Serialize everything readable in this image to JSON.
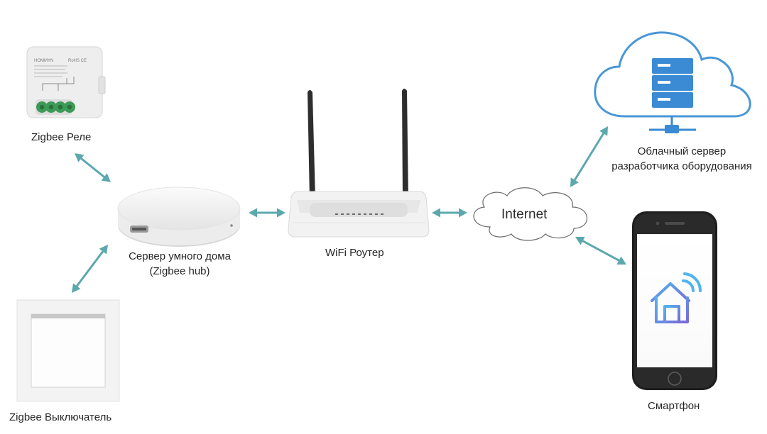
{
  "nodes": {
    "relay": {
      "label": "Zigbee Реле",
      "icon": "relay-module-icon",
      "print": {
        "brand": "HOMMYN",
        "marks": "RoHS CE"
      }
    },
    "hub": {
      "label_line1": "Сервер умного дома",
      "label_line2": "(Zigbee hub)",
      "icon": "zigbee-hub-icon"
    },
    "router": {
      "label": "WiFi Роутер",
      "icon": "wifi-router-icon"
    },
    "internet": {
      "label": "Internet",
      "icon": "internet-cloud-icon"
    },
    "cloud_server": {
      "label_line1": "Облачный сервер",
      "label_line2": "разработчика оборудования",
      "icon": "cloud-server-icon"
    },
    "smartphone": {
      "label": "Смартфон",
      "icon": "smartphone-icon"
    },
    "switch": {
      "label": "Zigbee Выключатель",
      "icon": "wall-switch-icon"
    }
  },
  "connections": [
    {
      "from": "relay",
      "to": "hub",
      "type": "bidirectional"
    },
    {
      "from": "switch",
      "to": "hub",
      "type": "bidirectional"
    },
    {
      "from": "hub",
      "to": "router",
      "type": "bidirectional"
    },
    {
      "from": "router",
      "to": "internet",
      "type": "bidirectional"
    },
    {
      "from": "internet",
      "to": "cloud_server",
      "type": "bidirectional"
    },
    {
      "from": "internet",
      "to": "smartphone",
      "type": "bidirectional"
    }
  ],
  "colors": {
    "arrow": "#5ba8ad",
    "cloud_outline": "#4a97d6",
    "server_block": "#3a8ad4",
    "app_icon_start": "#4fb4f0",
    "app_icon_end": "#7a6bd8"
  }
}
